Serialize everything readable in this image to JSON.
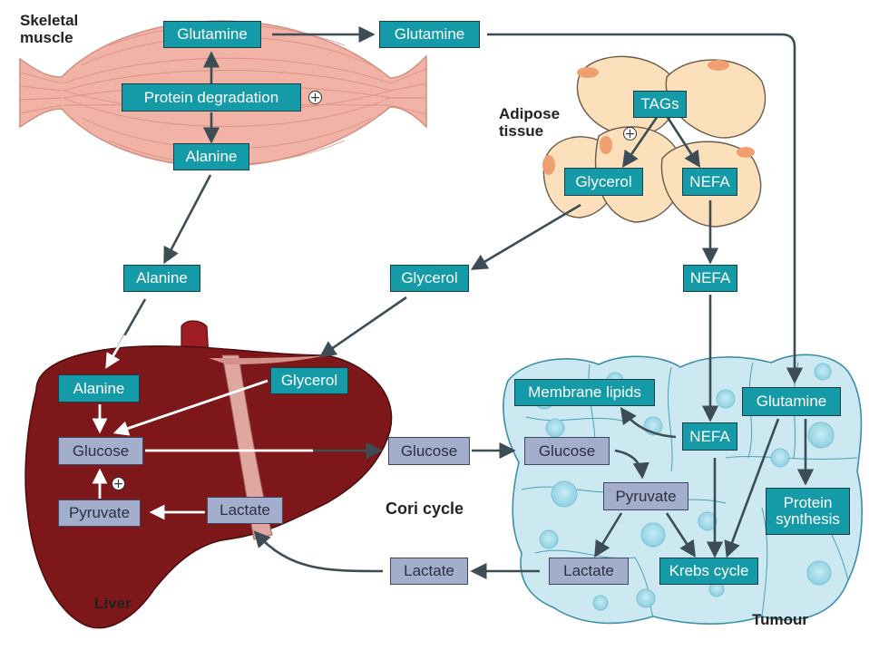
{
  "labels": {
    "skeletal_muscle": "Skeletal muscle",
    "adipose_tissue": "Adipose tissue",
    "liver": "Liver",
    "tumour": "Tumour",
    "cori_cycle": "Cori cycle"
  },
  "muscle": {
    "glutamine": "Glutamine",
    "protein_degradation": "Protein degradation",
    "alanine": "Alanine"
  },
  "adipose": {
    "tags": "TAGs",
    "glycerol": "Glycerol",
    "nefa": "NEFA"
  },
  "transport": {
    "glutamine": "Glutamine",
    "alanine": "Alanine",
    "glycerol": "Glycerol",
    "nefa": "NEFA",
    "glucose": "Glucose",
    "lactate": "Lactate"
  },
  "liver": {
    "alanine": "Alanine",
    "glycerol": "Glycerol",
    "glucose": "Glucose",
    "pyruvate": "Pyruvate",
    "lactate": "Lactate"
  },
  "tumour": {
    "membrane_lipids": "Membrane lipids",
    "glutamine": "Glutamine",
    "nefa": "NEFA",
    "glucose": "Glucose",
    "pyruvate": "Pyruvate",
    "protein_synthesis": "Protein synthesis",
    "lactate": "Lactate",
    "krebs_cycle": "Krebs cycle"
  },
  "symbols": {
    "plus": "+"
  },
  "colors": {
    "teal_box": "#159aa8",
    "lilac_box": "#a3aecd",
    "muscle": "#f0b3a6",
    "liver": "#7e1719",
    "adipose": "#fbe0bb",
    "tumour": "#cce9f2",
    "arrow": "#3d4d55"
  }
}
